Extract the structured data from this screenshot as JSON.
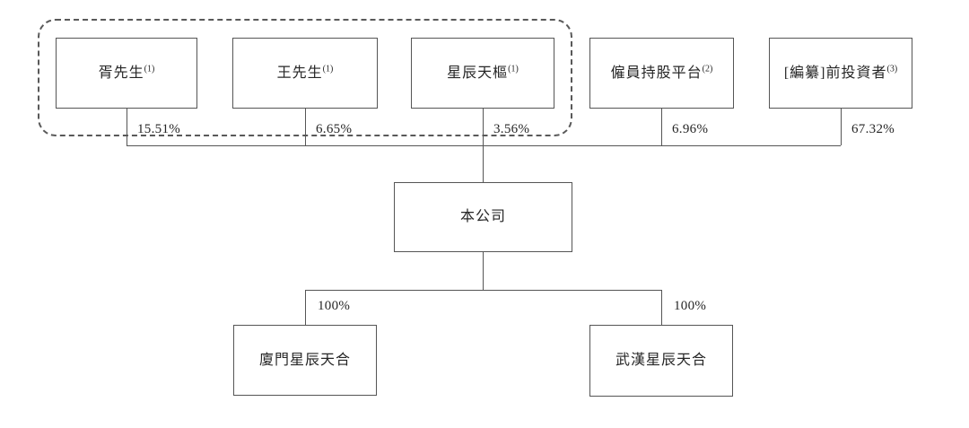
{
  "shareholders": [
    {
      "name": "胥先生",
      "note": "(1)",
      "percent": "15.51%"
    },
    {
      "name": "王先生",
      "note": "(1)",
      "percent": "6.65%"
    },
    {
      "name": "星辰天樞",
      "note": "(1)",
      "percent": "3.56%"
    },
    {
      "name": "僱員持股平台",
      "note": "(2)",
      "percent": "6.96%"
    },
    {
      "name": "[編纂]前投資者",
      "note": "(3)",
      "percent": "67.32%"
    }
  ],
  "company": {
    "name": "本公司"
  },
  "subsidiaries": [
    {
      "name": "廈門星辰天合",
      "percent": "100%"
    },
    {
      "name": "武漢星辰天合",
      "percent": "100%"
    }
  ]
}
